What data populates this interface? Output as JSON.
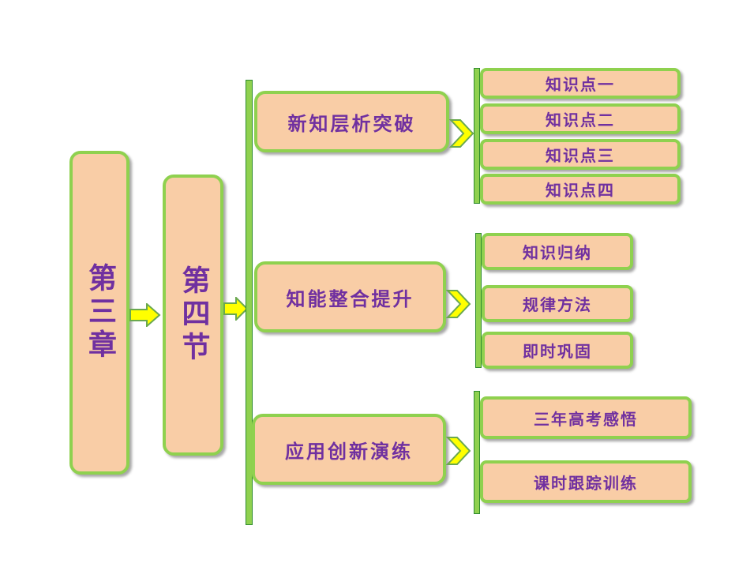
{
  "chapter": "第三章",
  "section": "第四节",
  "groups": [
    {
      "title": "新知层析突破",
      "items": [
        "知识点一",
        "知识点二",
        "知识点三",
        "知识点四"
      ]
    },
    {
      "title": "知能整合提升",
      "items": [
        "知识归纳",
        "规律方法",
        "即时巩固"
      ]
    },
    {
      "title": "应用创新演练",
      "items": [
        "三年高考感悟",
        "课时跟踪训练"
      ]
    }
  ],
  "colors": {
    "box_fill": "#f9cda6",
    "box_border": "#8fd14f",
    "text": "#7030a0",
    "arrow_fill": "#ffff00"
  }
}
